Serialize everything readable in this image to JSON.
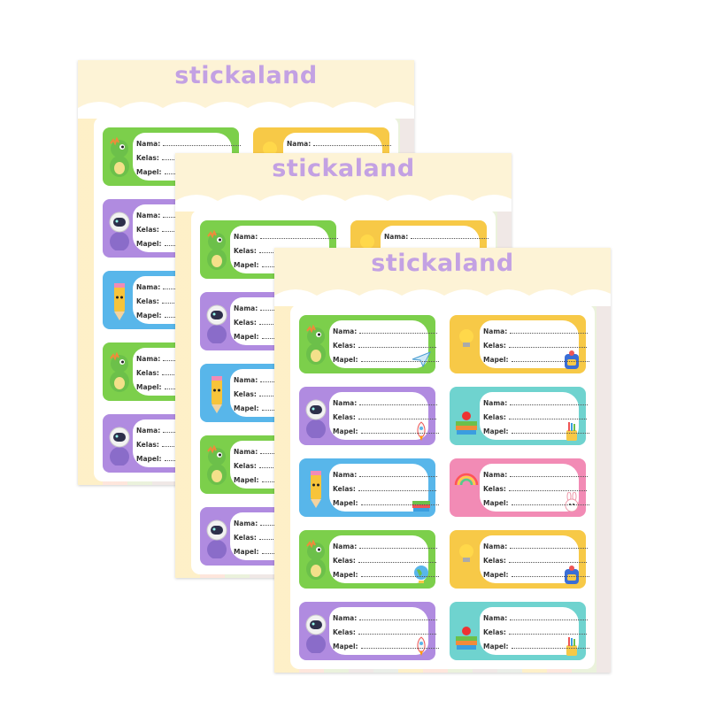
{
  "brand": "stickaland",
  "fields": {
    "name": "Nama:",
    "class": "Kelas:",
    "subject": "Mapel:"
  },
  "colors": {
    "brand": "#c3a1e3",
    "green": "#7ccf4b",
    "purple": "#b08be0",
    "blue": "#58b6ea",
    "yellow": "#f7c947",
    "teal": "#6fd3cf",
    "pink": "#f28bb5"
  },
  "labels": {
    "left": [
      {
        "theme": "green",
        "character": "dinosaur-icon",
        "decoration": "paper-plane-icon"
      },
      {
        "theme": "purple",
        "character": "astronaut-icon",
        "decoration": "rocket-icon"
      },
      {
        "theme": "blue",
        "character": "pencil-icon",
        "decoration": "books-icon"
      },
      {
        "theme": "green",
        "character": "dinosaur-icon",
        "decoration": "globe-icon"
      },
      {
        "theme": "purple",
        "character": "astronaut-icon",
        "decoration": "rocket-icon"
      }
    ],
    "right": [
      {
        "theme": "yellow",
        "character": "lightbulb-icon",
        "decoration": "backpack-icon"
      },
      {
        "theme": "teal",
        "character": "apple-books-icon",
        "decoration": "pencil-cup-icon"
      },
      {
        "theme": "pink",
        "character": "rainbow-icon",
        "decoration": "bunny-icon"
      },
      {
        "theme": "yellow",
        "character": "lightbulb-icon",
        "decoration": "backpack-icon"
      },
      {
        "theme": "teal",
        "character": "apple-books-icon",
        "decoration": "pencil-cup-icon"
      }
    ]
  }
}
